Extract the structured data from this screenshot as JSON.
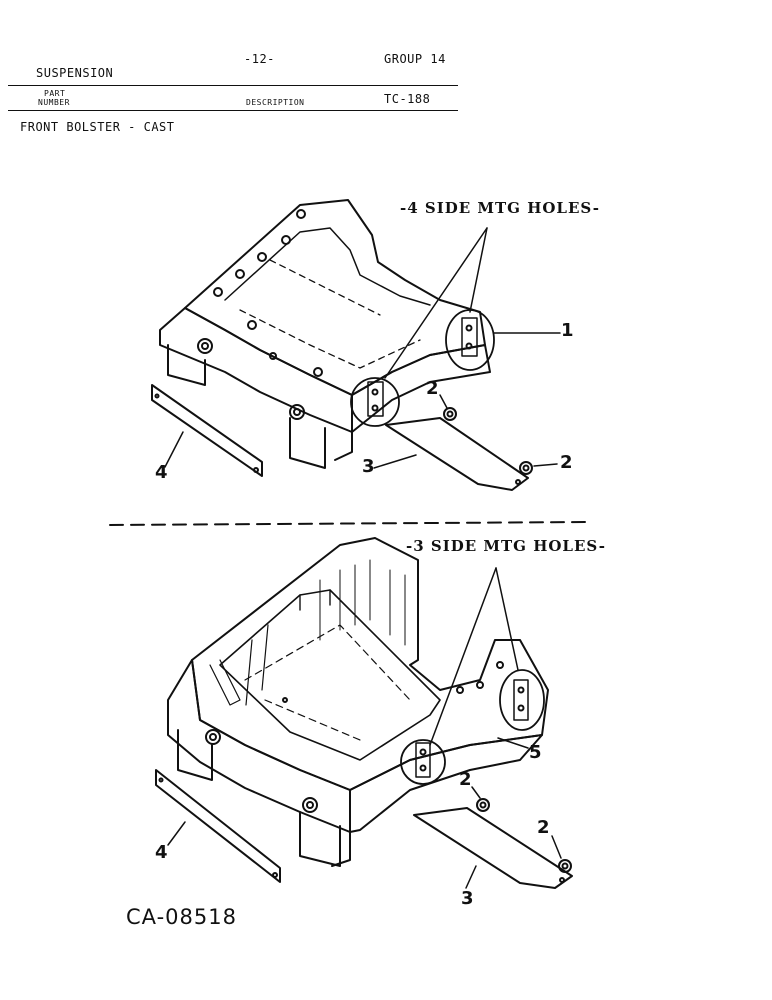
{
  "header": {
    "section": "SUSPENSION",
    "page": "-12-",
    "group": "GROUP 14",
    "col_part_line1": "PART",
    "col_part_line2": "NUMBER",
    "col_description": "DESCRIPTION",
    "reference": "TC-188"
  },
  "title": "FRONT BOLSTER - CAST",
  "upper_diagram": {
    "note": "-4 SIDE MTG HOLES-",
    "callouts": [
      "1",
      "2",
      "2",
      "3",
      "4"
    ]
  },
  "lower_diagram": {
    "note": "-3 SIDE MTG HOLES-",
    "callouts": [
      "5",
      "2",
      "2",
      "3",
      "4"
    ]
  },
  "figure_code": "CA-08518"
}
